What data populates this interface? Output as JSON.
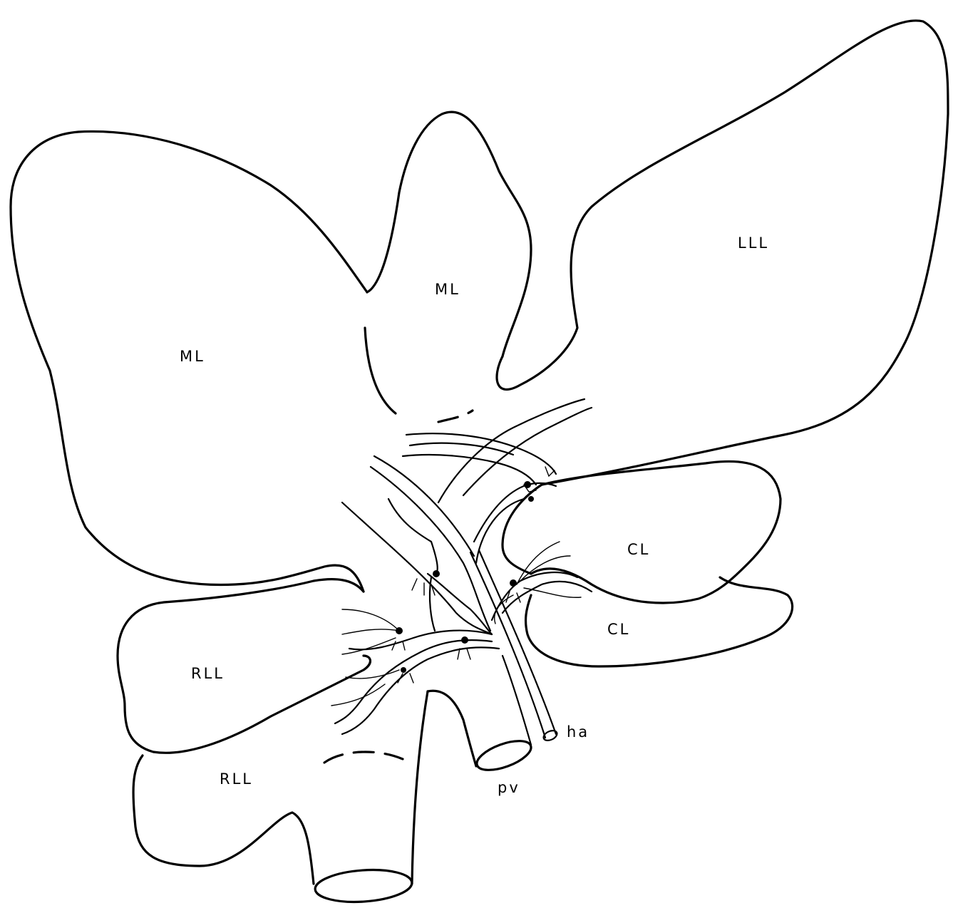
{
  "labels": {
    "ml_left": "ML",
    "ml_center": "ML",
    "lll": "LLL",
    "cl_upper": "CL",
    "cl_lower": "CL",
    "rll_upper": "RLL",
    "rll_lower": "RLL",
    "ha": "ha",
    "pv": "pv"
  },
  "colors": {
    "line": "#000000",
    "background": "#ffffff"
  }
}
